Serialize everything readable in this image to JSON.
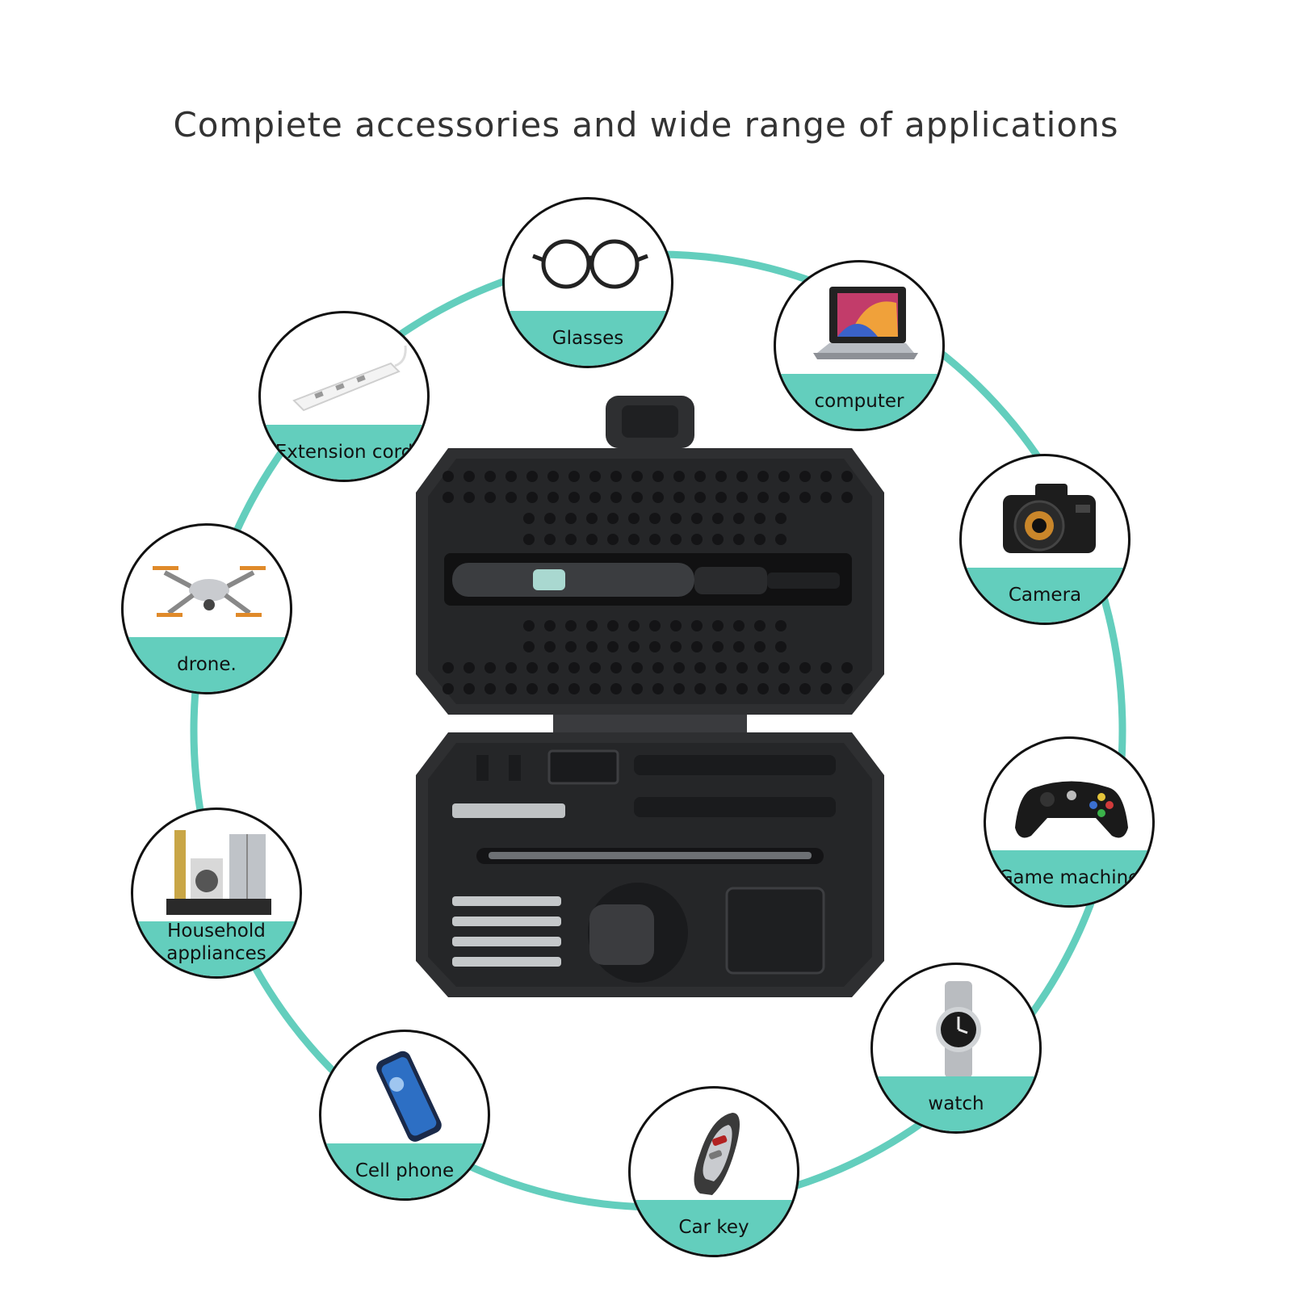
{
  "title": "Compiete accessories and wide range of applications",
  "colors": {
    "accent": "#63cebd",
    "ring": "#63cebd",
    "circle_border": "#111111",
    "case_dark": "#2e2f31"
  },
  "applications": [
    {
      "label": "Glasses",
      "icon": "glasses-icon"
    },
    {
      "label": "computer",
      "icon": "laptop-icon"
    },
    {
      "label": "Camera",
      "icon": "camera-icon"
    },
    {
      "label": "Game machine",
      "icon": "gamepad-icon"
    },
    {
      "label": "watch",
      "icon": "watch-icon"
    },
    {
      "label": "Car key",
      "icon": "car-key-icon"
    },
    {
      "label": "Cell phone",
      "icon": "phone-icon"
    },
    {
      "label": "Household\nappliances",
      "icon": "appliances-icon"
    },
    {
      "label": "drone.",
      "icon": "drone-icon"
    },
    {
      "label": "Extension cord",
      "icon": "power-strip-icon"
    }
  ],
  "product": {
    "icon": "screwdriver-kit-icon"
  }
}
